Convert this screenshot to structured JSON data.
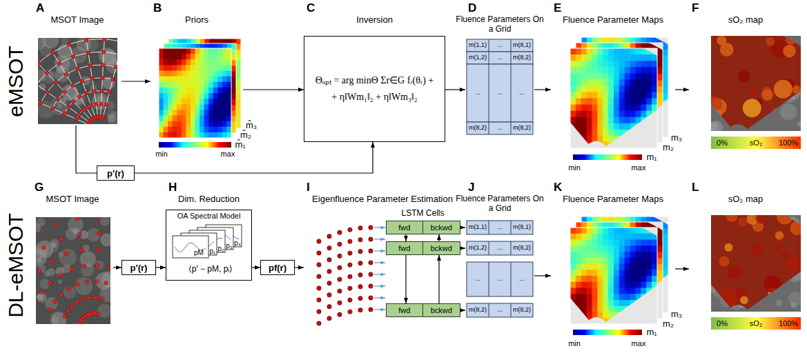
{
  "diagram": {
    "nodes": [
      {
        "text": [
          "A",
          "MSOT Image"
        ]
      },
      {
        "text": [
          "B",
          "Priors"
        ]
      },
      {
        "text": [
          "C",
          "Inversion",
          "Θₒₚₜ = arg minΘ Σr∈G fᵣ(θᵣ) +",
          "+ η‖Wm₁‖₂ + η‖Wm₃‖₂"
        ]
      },
      {
        "text": [
          "D",
          "Fluence Parameters On a Grid"
        ]
      },
      {
        "text": [
          "E",
          "Fluence Parameter Maps"
        ]
      },
      {
        "text": [
          "F",
          "sO₂ map"
        ]
      },
      {
        "text": [
          "p′(r)"
        ]
      },
      {
        "text": [
          "G",
          "MSOT Image"
        ]
      },
      {
        "text": [
          "p′(r)"
        ]
      },
      {
        "text": [
          "H",
          "Dim. Reduction",
          "OA Spectral Model"
        ]
      },
      {
        "text": [
          "pf(r)"
        ]
      },
      {
        "text": [
          "I",
          "Eigenfluence Parameter Estimation",
          "LSTM Cells"
        ]
      },
      {
        "text": [
          "fwd",
          "bckwd"
        ],
        "in": 11
      },
      {
        "text": [
          "fwd",
          "bckwd"
        ],
        "in": 11
      },
      {
        "text": [
          "fwd",
          "bckwd"
        ],
        "in": 11
      },
      {
        "text": [
          "J",
          "Fluence Parameters On a Grid"
        ]
      },
      {
        "text": [
          "K",
          "Fluence Parameter Maps"
        ]
      },
      {
        "text": [
          "L",
          "sO₂ map"
        ]
      }
    ],
    "edges": [
      {
        "from": 0,
        "to": 1,
        "arrow": "to"
      },
      {
        "from": 1,
        "to": 2,
        "arrow": "to"
      },
      {
        "from": 2,
        "to": 3,
        "arrow": "to"
      },
      {
        "from": 3,
        "to": 4,
        "arrow": "to"
      },
      {
        "from": 4,
        "to": 5,
        "arrow": "to"
      },
      {
        "from": 0,
        "to": 6,
        "arrow": "none"
      },
      {
        "from": 6,
        "to": 2,
        "arrow": "to"
      },
      {
        "from": 7,
        "to": 8,
        "arrow": "to"
      },
      {
        "from": 8,
        "to": 9,
        "arrow": "to"
      },
      {
        "from": 9,
        "to": 10,
        "arrow": "to"
      },
      {
        "from": 10,
        "to": 11,
        "arrow": "to"
      },
      {
        "from": 12,
        "to": 15,
        "arrow": "to"
      },
      {
        "from": 13,
        "to": 15,
        "arrow": "to"
      },
      {
        "from": 14,
        "to": 15,
        "arrow": "to"
      },
      {
        "from": 12,
        "to": 13,
        "arrow": "to"
      },
      {
        "from": 13,
        "to": 12,
        "arrow": "to"
      },
      {
        "from": 13,
        "to": 14,
        "arrow": "to"
      },
      {
        "from": 14,
        "to": 13,
        "arrow": "to"
      },
      {
        "from": 15,
        "to": 16,
        "arrow": "to"
      },
      {
        "from": 16,
        "to": 17,
        "arrow": "to"
      }
    ],
    "labels": [
      "eMSOT",
      "DL-eMSOT",
      "min",
      "max",
      "m̂₁",
      "m̂₂",
      "m̂₃",
      "min",
      "max",
      "m₁",
      "m₂",
      "m₃",
      "0%",
      "sO₂",
      "100%",
      "m(1,1)",
      "...",
      "m(8,1)",
      "m(1,2)",
      "...",
      "m(8,2)",
      "...",
      "...",
      "...",
      "m(8,2)",
      "...",
      "m(8,2)",
      "pM",
      "p₁",
      "p₂",
      "p₃",
      "p₄",
      "⟨p′ − pM, pᵢ⟩",
      "m(1,1)",
      "...",
      "m(8,1)",
      "m(1,2)",
      "...",
      "m(8,2)",
      "...",
      "...",
      "...",
      "m(8,2)",
      "...",
      "m(8,2)",
      "min",
      "max",
      "m₁",
      "m₂",
      "m₃",
      "0%",
      "sO₂",
      "100%"
    ]
  }
}
